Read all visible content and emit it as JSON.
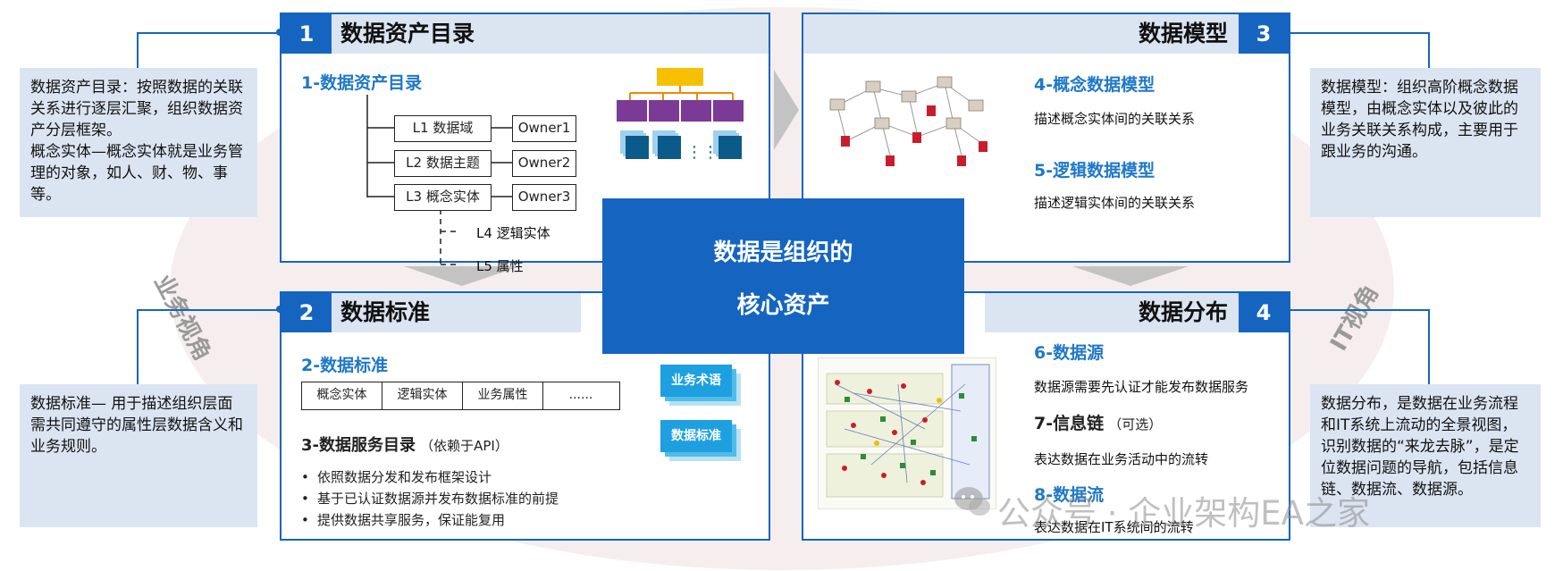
{
  "quadrants": {
    "q1": {
      "num": "1",
      "title": "数据资产目录",
      "subtitle": "1-数据资产目录",
      "tree": [
        "L1 数据域",
        "L2 数据主题",
        "L3 概念实体"
      ],
      "owners": [
        "Owner1",
        "Owner2",
        "Owner3"
      ],
      "dashed": [
        "L4 逻辑实体",
        "L5 属性"
      ]
    },
    "q2": {
      "num": "2",
      "title": "数据标准",
      "subtitle": "2-数据标准",
      "std_cells": [
        "概念实体",
        "逻辑实体",
        "业务属性",
        "......"
      ],
      "service_title": "3-数据服务目录",
      "service_note": "（依赖于API）",
      "bullets": [
        "依照数据分发和发布框架设计",
        "基于已认证数据源并发布数据标准的前提",
        "提供数据共享服务，保证能复用"
      ],
      "tags": [
        "业务术语",
        "数据标准"
      ]
    },
    "q3": {
      "num": "3",
      "title": "数据模型",
      "items": [
        {
          "heading": "4-概念数据模型",
          "desc": "描述概念实体间的关联关系"
        },
        {
          "heading": "5-逻辑数据模型",
          "desc": "描述逻辑实体间的关联关系"
        }
      ]
    },
    "q4": {
      "num": "4",
      "title": "数据分布",
      "s6_heading": "6-数据源",
      "s6_desc": "数据源需要先认证才能发布数据服务",
      "s7_heading": "7-信息链",
      "s7_note": "（可选）",
      "s7_desc": "表达数据在业务活动中的流转",
      "s8_heading": "8-数据流",
      "s8_desc": "表达数据在IT系统间的流转"
    }
  },
  "center": {
    "line1": "数据是组织的",
    "line2": "核心资产"
  },
  "side_notes": {
    "top_left": "数据资产目录：按照数据的关联关系进行逐层汇聚，组织数据资产分层框架。\n概念实体—概念实体就是业务管理的对象，如人、财、物、事等。",
    "bottom_left": "数据标准— 用于描述组织层面需共同遵守的属性层数据含义和业务规则。",
    "top_right": "数据模型：组织高阶概念数据模型，由概念实体以及彼此的业务关联关系构成，主要用于跟业务的沟通。",
    "bottom_right": "数据分布，是数据在业务流程和IT系统上流动的全景视图，识别数据的“来龙去脉”，是定位数据问题的导航，包括信息链、数据流、数据源。"
  },
  "view_labels": {
    "left": "业务视角",
    "right": "IT视角"
  },
  "watermark": "公众号 · 企业架构EA之家",
  "colors": {
    "primary": "#1565c0",
    "header_bg": "#dbe5f2",
    "heading_blue": "#1f78c8",
    "tag_blue": "#1ea0e0",
    "purple": "#7a3a96",
    "gold": "#f6c000",
    "teal": "#0b5b8a"
  }
}
